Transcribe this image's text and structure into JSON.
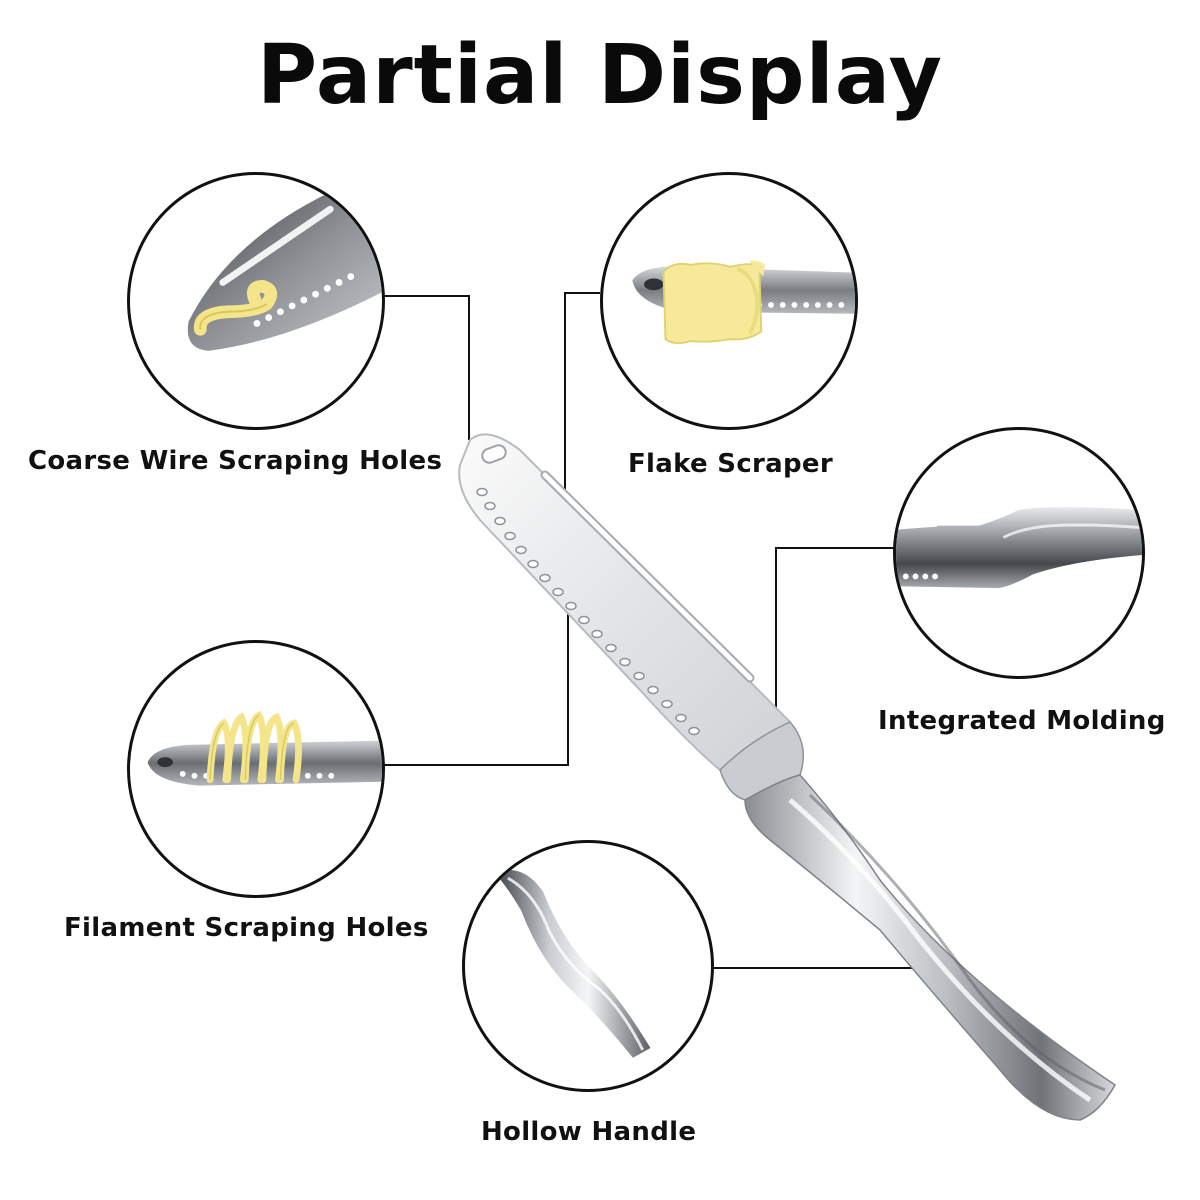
{
  "title": "Partial Display",
  "features": [
    {
      "name": "coarse",
      "label": "Coarse Wire Scraping Holes",
      "icon": "coarse-wire-curl-icon"
    },
    {
      "name": "flake",
      "label": "Flake Scraper",
      "icon": "flake-curl-icon"
    },
    {
      "name": "molding",
      "label": "Integrated Molding",
      "icon": "bolster-closeup-icon"
    },
    {
      "name": "filament",
      "label": "Filament Scraping Holes",
      "icon": "filament-curl-icon"
    },
    {
      "name": "handle",
      "label": "Hollow Handle",
      "icon": "handle-closeup-icon"
    }
  ],
  "colors": {
    "butter": "#f4e58a",
    "steel_light": "#e6e8ea",
    "steel_dark": "#5d6166",
    "line": "#111111"
  }
}
